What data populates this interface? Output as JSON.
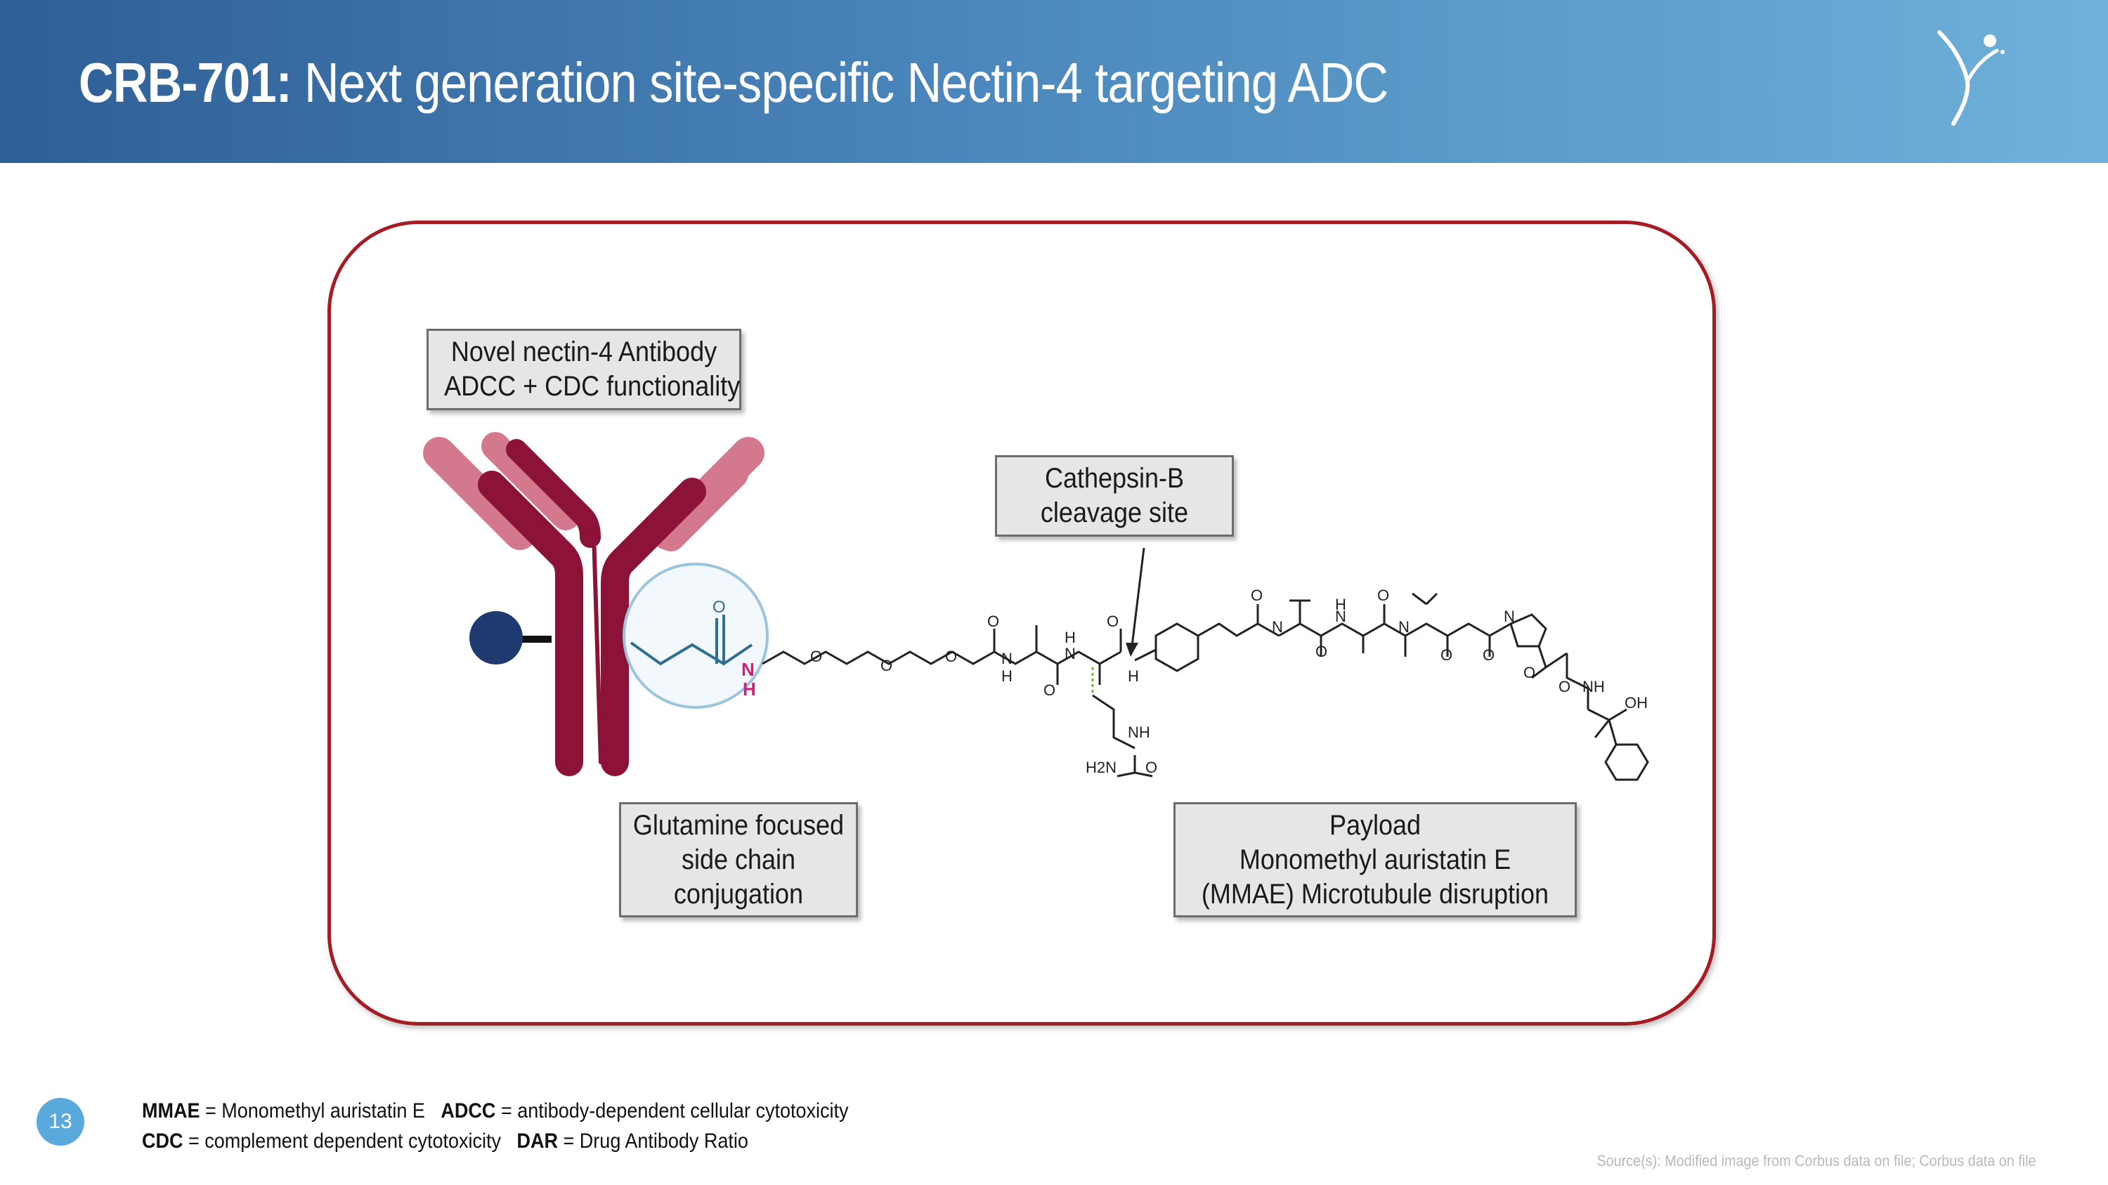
{
  "header": {
    "title_prefix": "CRB-701:",
    "title_text": "Next generation site-specific Nectin-4 targeting ADC"
  },
  "callouts": {
    "antibody": [
      "Novel nectin-4 Antibody",
      "ADCC + CDC functionality"
    ],
    "cleavage": [
      "Cathepsin-B",
      "cleavage site"
    ],
    "glutamine": [
      "Glutamine focused",
      "side chain",
      "conjugation"
    ],
    "payload": [
      "Payload",
      "Monomethyl auristatin E",
      "(MMAE) Microtubule disruption"
    ]
  },
  "chem_labels": {
    "n_amide": "N",
    "h_amide": "H",
    "nh": "NH",
    "h2n": "H2N",
    "o": "O",
    "oh": "OH",
    "n": "N",
    "h": "H"
  },
  "footer": {
    "mmae_abbr": "MMAE",
    "mmae_def": "= Monomethyl auristatin E",
    "adcc_abbr": "ADCC",
    "adcc_def": "= antibody-dependent cellular cytotoxicity",
    "cdc_abbr": "CDC",
    "cdc_def": "= complement dependent cytotoxicity",
    "dar_abbr": "DAR",
    "dar_def": "= Drug Antibody Ratio"
  },
  "page_number": "13",
  "source": "Source(s): Modified image from Corbus data on file; Corbus data on file",
  "colors": {
    "header_start": "#2e5f96",
    "header_end": "#6fb1da",
    "frame": "#a51c24",
    "antibody_dark": "#8c1337",
    "antibody_light": "#d4788e",
    "conjugation_node": "#1e3a6e",
    "amide_highlight": "#d81b7a",
    "circle": "#7fb3d5"
  }
}
